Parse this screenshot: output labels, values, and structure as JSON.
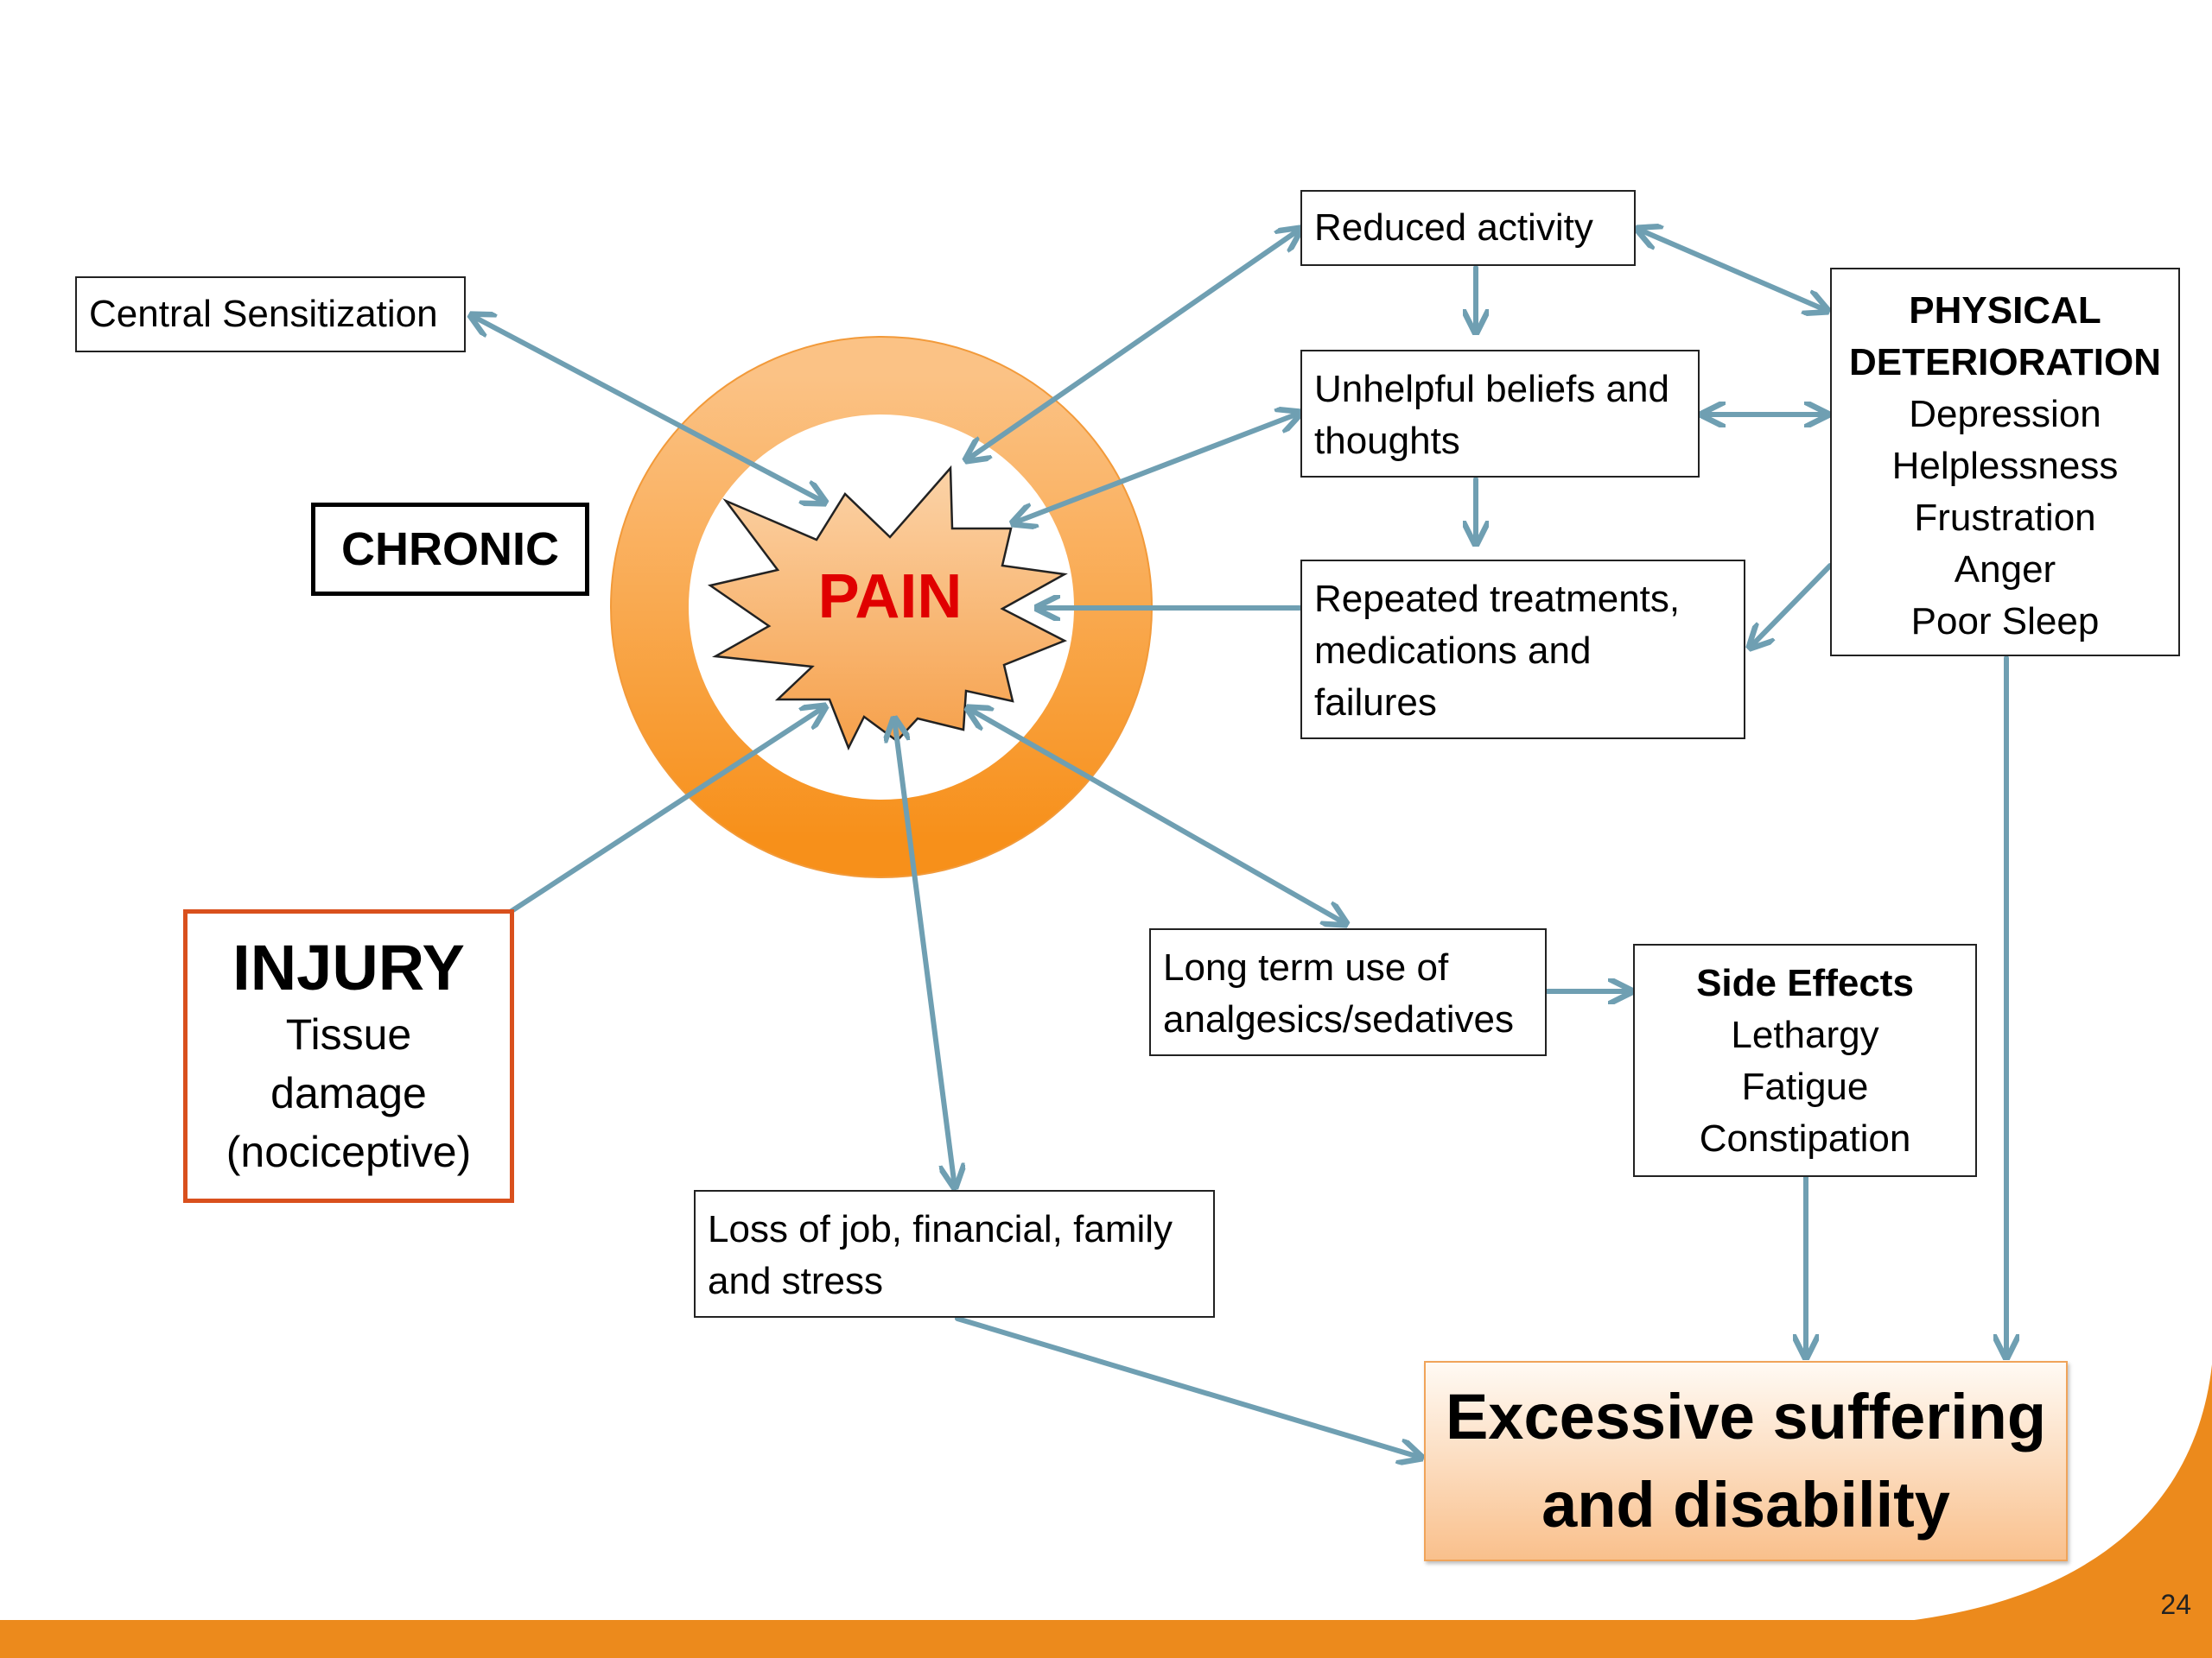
{
  "diagram": {
    "center_label": "PAIN",
    "chronic_label": "CHRONIC",
    "central_sensitization": "Central Sensitization",
    "injury": {
      "title": "INJURY",
      "lines": [
        "Tissue",
        "damage",
        "(nociceptive)"
      ]
    },
    "reduced_activity": "Reduced activity",
    "unhelpful_beliefs": [
      "Unhelpful beliefs and",
      "thoughts"
    ],
    "repeated_treatments": [
      "Repeated treatments,",
      "medications and",
      "failures"
    ],
    "physical_deterioration": {
      "title_lines": [
        "PHYSICAL",
        "DETERIORATION"
      ],
      "items": [
        "Depression",
        "Helplessness",
        "Frustration",
        "Anger",
        "Poor Sleep"
      ]
    },
    "long_term_use": [
      "Long term use of",
      "analgesics/sedatives"
    ],
    "side_effects": {
      "title": "Side Effects",
      "items": [
        "Lethargy",
        "Fatigue",
        "Constipation"
      ]
    },
    "loss_of_job": [
      "Loss of job, financial, family",
      "and stress"
    ],
    "outcome": [
      "Excessive suffering",
      "and disability"
    ]
  },
  "footer": {
    "page_number": "24"
  },
  "colors": {
    "arrow": "#6f9fb2",
    "ring": "#f7941d",
    "pain_text": "#e00000",
    "injury_border": "#d9501d",
    "footer_bar": "#ec8a1c"
  }
}
